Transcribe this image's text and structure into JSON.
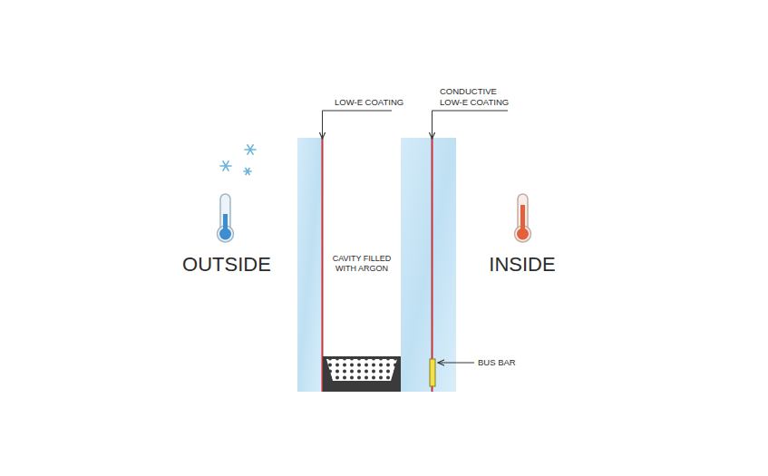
{
  "diagram": {
    "labels": [
      "LOW-E COATING",
      "CONDUCTIVE LOW-E COATING",
      "OUTSIDE",
      "CAVITY FILLED WITH ARGON",
      "INSIDE",
      "BUS BAR"
    ]
  }
}
